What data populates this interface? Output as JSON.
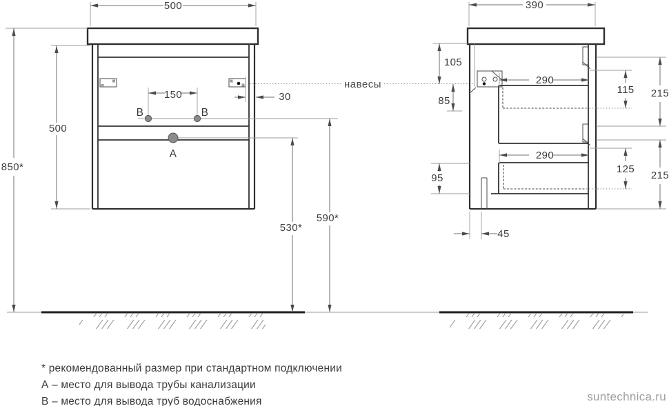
{
  "front_view": {
    "width_mm": "500",
    "cabinet_height_mm": "500",
    "total_height_mm": "850*",
    "water_outlets_spacing_mm": "150",
    "hanger_edge_offset_mm": "30",
    "drain_outlet_height_mm": "530*",
    "water_outlet_height_mm": "590*",
    "drain_label": "A",
    "water_label_left": "B",
    "water_label_right": "B"
  },
  "side_view": {
    "depth_mm": "390",
    "hanger_from_top_mm": "105",
    "hanger_below_mm": "85",
    "bottom_section_mm": "95",
    "upper_drawer_depth_mm": "290",
    "lower_drawer_depth_mm": "290",
    "upper_drawer_inner_height_mm": "115",
    "upper_front_height_mm": "215",
    "lower_drawer_inner_height_mm": "125",
    "lower_front_height_mm": "215",
    "drain_wall_offset_mm": "45"
  },
  "callouts": {
    "hangers": "навесы"
  },
  "notes": {
    "recommended": "* рекомендованный размер при стандартном подключении",
    "legend_a": "А – место для вывода трубы канализации",
    "legend_b": "В – место для вывода труб водоснабжения"
  },
  "watermark": "suntechnica.ru",
  "colors": {
    "drawing_line": "#2e2e2e",
    "dimension_line": "#6f6f6f",
    "text": "#3d3d3d",
    "watermark": "#9e9e9e"
  }
}
